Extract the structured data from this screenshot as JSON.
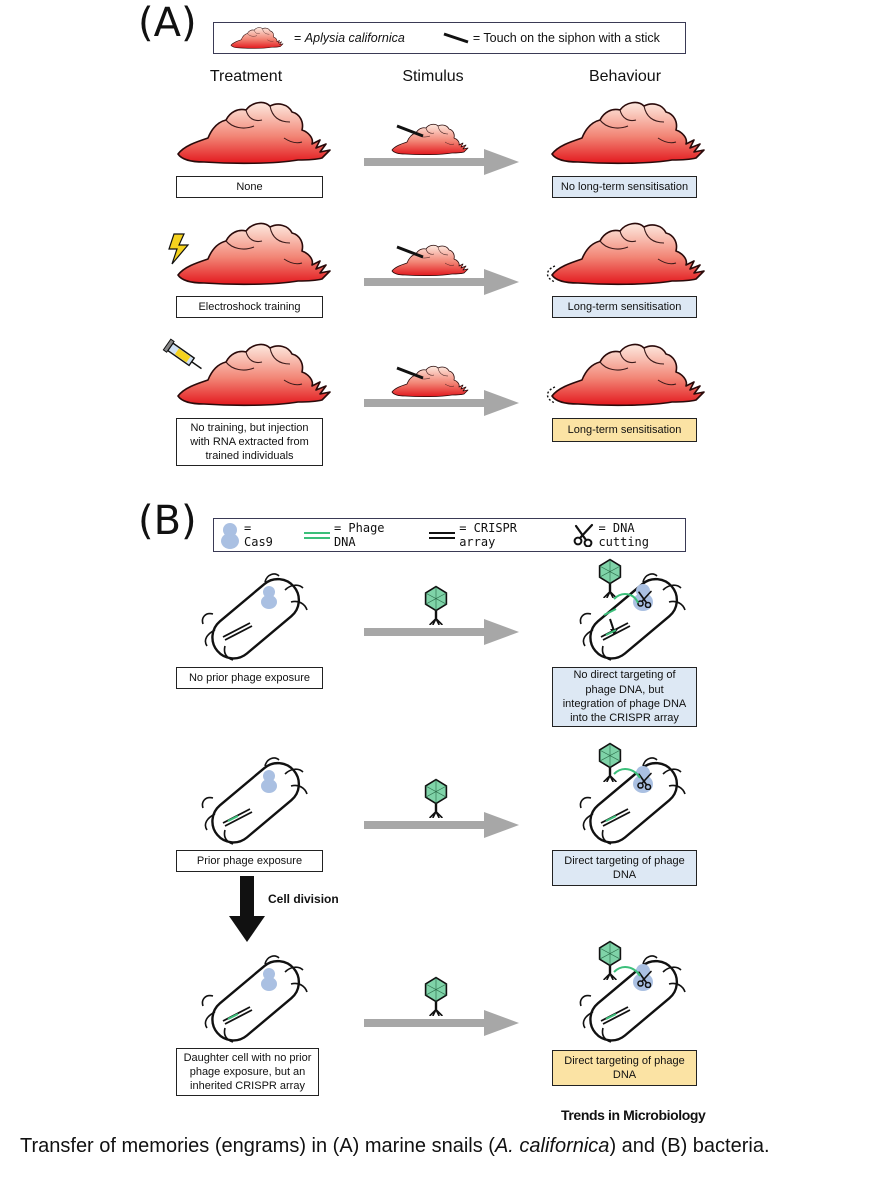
{
  "panel_a": {
    "letter": "(A)",
    "legend": {
      "snail_label_prefix": "= ",
      "snail_label": "Aplysia californica",
      "stick_label": "= Touch on the siphon with a stick"
    },
    "headers": {
      "treatment": "Treatment",
      "stimulus": "Stimulus",
      "behaviour": "Behaviour"
    },
    "rows": [
      {
        "treatment": "None",
        "behaviour": "No long-term sensitisation"
      },
      {
        "treatment": "Electroshock training",
        "behaviour": "Long-term sensitisation"
      },
      {
        "treatment": "No training, but injection with RNA extracted from trained individuals",
        "behaviour": "Long-term sensitisation"
      }
    ]
  },
  "panel_b": {
    "letter": "(B)",
    "legend": {
      "cas9": "= Cas9",
      "phage_dna": "= Phage DNA",
      "crispr": "= CRISPR array",
      "cutting": "= DNA cutting"
    },
    "rows": [
      {
        "treatment": "No prior phage exposure",
        "behaviour": "No direct targeting of phage DNA, but integration of phage DNA into the CRISPR array"
      },
      {
        "treatment": "Prior phage exposure",
        "behaviour": "Direct targeting of phage DNA"
      },
      {
        "treatment": "Daughter cell with no prior phage exposure, but an inherited CRISPR array",
        "behaviour": "Direct targeting of phage DNA"
      }
    ],
    "cell_division_label": "Cell division"
  },
  "journal_logo": "Trends in Microbiology",
  "caption": {
    "part1": "Transfer of memories (engrams) in (A) marine snails (",
    "italic": "A. californica",
    "part2": ") and (B) bacteria."
  },
  "colors": {
    "snail_red": "#e8252a",
    "arrow_gray": "#a7a7a7",
    "phage_green": "#7fd3a8",
    "dna_green": "#3bbf7a",
    "cas9_blue": "#aac0e2",
    "box_blue": "#dde8f4",
    "box_yellow": "#fbe3a4"
  }
}
